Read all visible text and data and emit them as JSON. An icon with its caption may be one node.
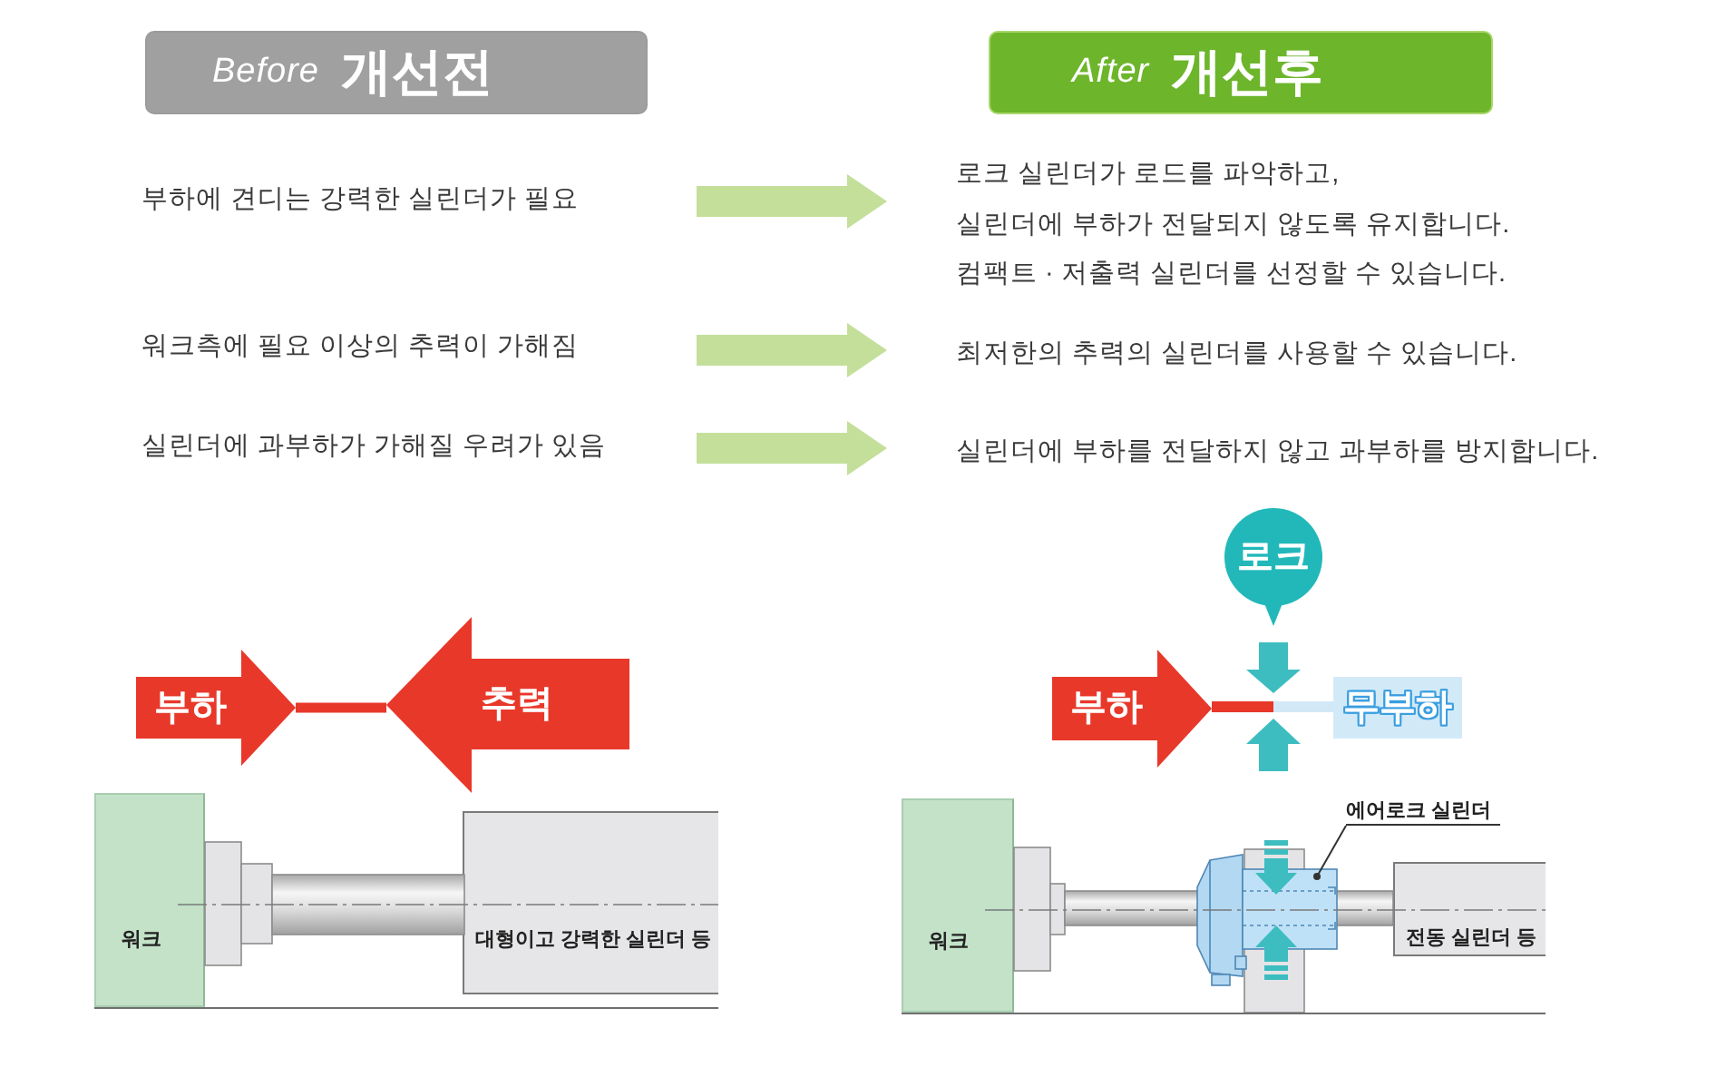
{
  "diagram": {
    "nodes": [
      {
        "text": [
          "Before",
          "개선전"
        ]
      },
      {
        "text": [
          "After",
          "개선후"
        ]
      },
      {
        "text": [
          "부하에 견디는 강력한 실린더가 필요"
        ]
      },
      {
        "text": [
          "로크 실린더가 로드를 파악하고,",
          "실린더에 부하가 전달되지 않도록 유지합니다.",
          "컴팩트 · 저출력 실린더를 선정할 수 있습니다."
        ]
      },
      {
        "text": [
          "워크측에 필요 이상의 추력이 가해짐"
        ]
      },
      {
        "text": [
          "최저한의 추력의 실린더를 사용할 수 있습니다."
        ]
      },
      {
        "text": [
          "실린더에 과부하가 가해질 우려가 있음"
        ]
      },
      {
        "text": [
          "실린더에 부하를 전달하지 않고 과부하를 방지합니다."
        ]
      },
      {
        "text": [
          "부하"
        ]
      },
      {
        "text": [
          "추력"
        ]
      },
      {
        "text": [
          "워크"
        ]
      },
      {
        "text": [
          "대형이고 강력한 실린더 등"
        ]
      },
      {
        "text": [
          "로크"
        ]
      },
      {
        "text": [
          "부하"
        ]
      },
      {
        "text": [
          "무부하"
        ]
      },
      {
        "text": [
          "에어로크 실린더"
        ]
      },
      {
        "text": [
          "워크"
        ]
      },
      {
        "text": [],
        "shape": "picture"
      },
      {
        "text": [
          "전동 실린더 등"
        ]
      }
    ],
    "edges": [
      {
        "from": 2,
        "to": 3,
        "arrow": "to"
      },
      {
        "from": 4,
        "to": 5,
        "arrow": "to"
      },
      {
        "from": 6,
        "to": 7,
        "arrow": "to"
      },
      {
        "from": 8,
        "to": 9,
        "arrow": "none",
        "color": "#e8382a"
      },
      {
        "from": 13,
        "to": 14,
        "arrow": "none",
        "color": "#e8382a"
      },
      {
        "from": 15,
        "to": 17,
        "arrow": "other",
        "color": "#333333"
      }
    ]
  }
}
